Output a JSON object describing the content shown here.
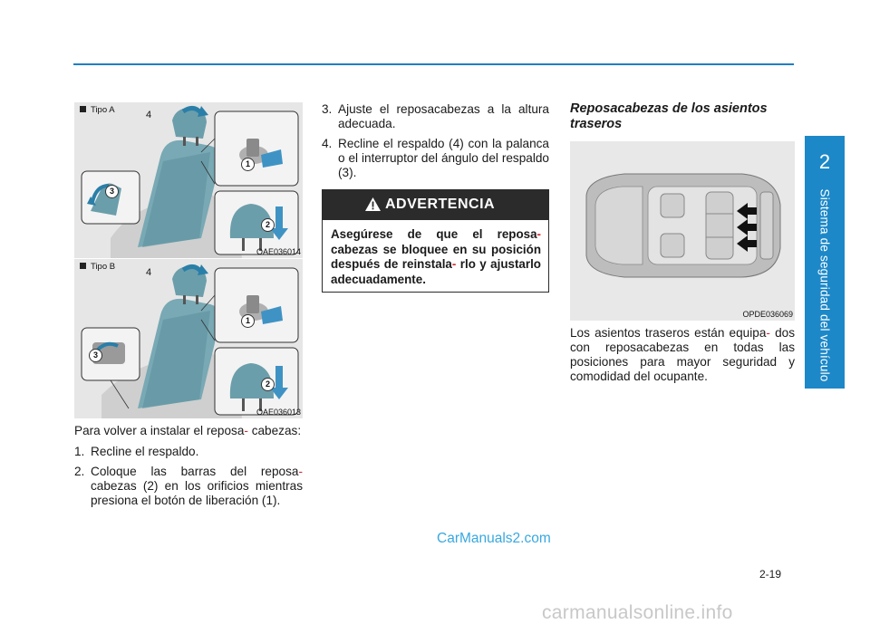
{
  "side_tab": {
    "number": "2",
    "label": "Sistema de seguridad del vehículo"
  },
  "figures": {
    "seat_a": {
      "type_label": "Tipo A",
      "code": "OAE036014",
      "callouts": [
        "4",
        "1",
        "3",
        "2"
      ]
    },
    "seat_b": {
      "type_label": "Tipo B",
      "code": "OAE036013",
      "callouts": [
        "4",
        "1",
        "3",
        "2"
      ]
    },
    "car": {
      "code": "OPDE036069"
    }
  },
  "left_column": {
    "intro_a": "Para volver a instalar el reposa",
    "intro_b": "cabezas:",
    "hyphen": "-",
    "steps": [
      {
        "num": "1.",
        "line1": "Recline el respaldo."
      },
      {
        "num": "2.",
        "line1": "Coloque las barras del reposa",
        "line2": "cabezas (2) en los orificios mientras presiona el botón de liberación (1)."
      }
    ]
  },
  "middle_column": {
    "steps": [
      {
        "num": "3.",
        "text": "Ajuste el reposacabezas a la altura adecuada."
      },
      {
        "num": "4.",
        "text": "Recline el respaldo (4) con la palanca o el interruptor del ángulo del respaldo (3)."
      }
    ]
  },
  "warning": {
    "title": "ADVERTENCIA",
    "part1": "Asegúrese de que el reposa",
    "part2": "cabezas se bloquee en su posición después de reinstala",
    "part3": "rlo y ajustarlo adecuadamente."
  },
  "right_column": {
    "section_title": "Reposacabezas de los asientos traseros",
    "para_a": "Los asientos traseros están equipa",
    "para_b": "dos con reposacabezas en todas las posiciones para mayor seguridad y comodidad del ocupante."
  },
  "footer": {
    "page_number": "2-19",
    "watermark_blue": "CarManuals2.com",
    "watermark_gray": "carmanualsonline.info"
  },
  "colors": {
    "accent_blue": "#1d88c8",
    "hyphen_red": "#d7282f",
    "warning_dark": "#2b2b2b"
  }
}
